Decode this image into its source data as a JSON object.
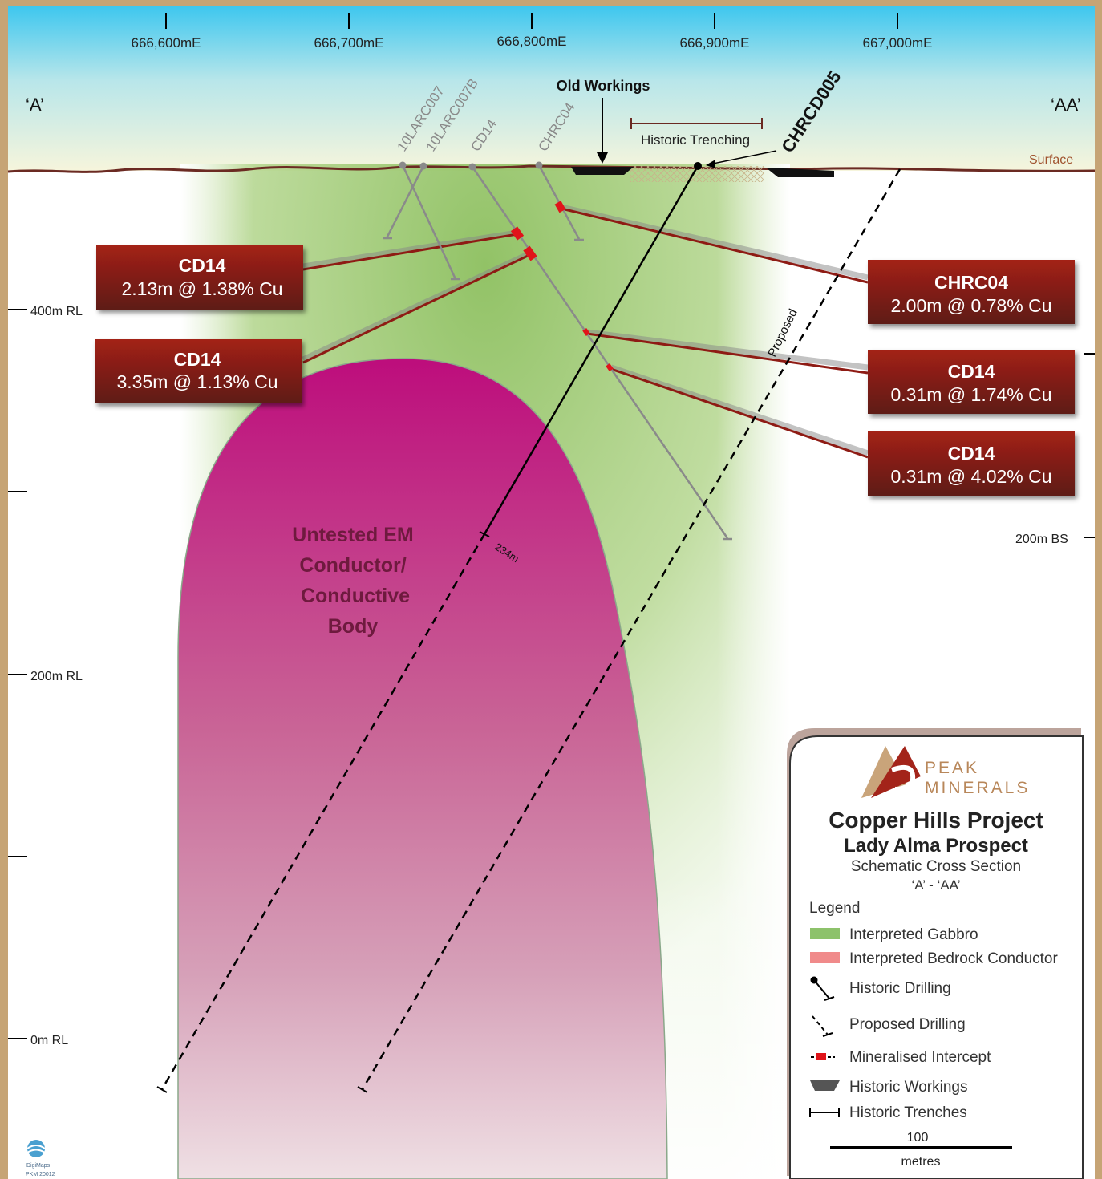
{
  "section": {
    "left_marker": "‘A’",
    "right_marker": "‘AA’",
    "surface_label": "Surface",
    "old_workings_label": "Old Workings",
    "historic_trenching_label": "Historic Trenching",
    "proposed_label": "Proposed",
    "depth_tag": "234m",
    "conductor_label_lines": [
      "Untested EM",
      "Conductor/",
      "Conductive",
      "Body"
    ]
  },
  "eastings": [
    "666,600mE",
    "666,700mE",
    "666,800mE",
    "666,900mE",
    "667,000mE"
  ],
  "rl_labels": [
    "400m RL",
    "200m RL",
    "0m RL"
  ],
  "bs_label": "200m BS",
  "drillholes": [
    {
      "name": "10LARC007",
      "style": "historic"
    },
    {
      "name": "10LARC007B",
      "style": "historic"
    },
    {
      "name": "CD14",
      "style": "historic"
    },
    {
      "name": "CHRC04",
      "style": "historic"
    },
    {
      "name": "CHRCD005",
      "style": "current"
    }
  ],
  "intercepts": [
    {
      "hole": "CD14",
      "value": "2.13m @ 1.38% Cu"
    },
    {
      "hole": "CD14",
      "value": "3.35m @ 1.13% Cu"
    },
    {
      "hole": "CHRC04",
      "value": "2.00m @ 0.78% Cu"
    },
    {
      "hole": "CD14",
      "value": "0.31m @ 1.74% Cu"
    },
    {
      "hole": "CD14",
      "value": "0.31m @ 4.02% Cu"
    }
  ],
  "legend_box": {
    "company_line1": "PEAK",
    "company_line2": "MINERALS",
    "project": "Copper Hills Project",
    "prospect": "Lady Alma Prospect",
    "subtitle": "Schematic Cross Section",
    "section": "‘A’ - ‘AA’",
    "legend_title": "Legend",
    "items": [
      {
        "label": "Interpreted Gabbro",
        "symbol": "gabbro-swatch",
        "color": "#8dc26b"
      },
      {
        "label": "Interpreted Bedrock Conductor",
        "symbol": "conductor-swatch",
        "color": "#f08a8a"
      },
      {
        "label": "Historic Drilling",
        "symbol": "historic-drilling-symbol"
      },
      {
        "label": "Proposed Drilling",
        "symbol": "proposed-drilling-symbol"
      },
      {
        "label": "Mineralised Intercept",
        "symbol": "intercept-symbol",
        "color": "#e0141a"
      },
      {
        "label": "Historic Workings",
        "symbol": "workings-symbol"
      },
      {
        "label": "Historic Trenches",
        "symbol": "trench-symbol"
      }
    ],
    "scale_value": "100",
    "scale_unit": "metres"
  },
  "footer": {
    "logo_line1": "DigiMaps",
    "logo_line2": "PKM 20012"
  },
  "colors": {
    "sky_top": "#43c8ee",
    "sky_bottom": "#f3f4dd",
    "gabbro": "#8dc26b",
    "conductor": "#c0127f",
    "callout": "#8e1b14",
    "frame": "#c9a97c",
    "surface_line": "#6b2a22"
  }
}
